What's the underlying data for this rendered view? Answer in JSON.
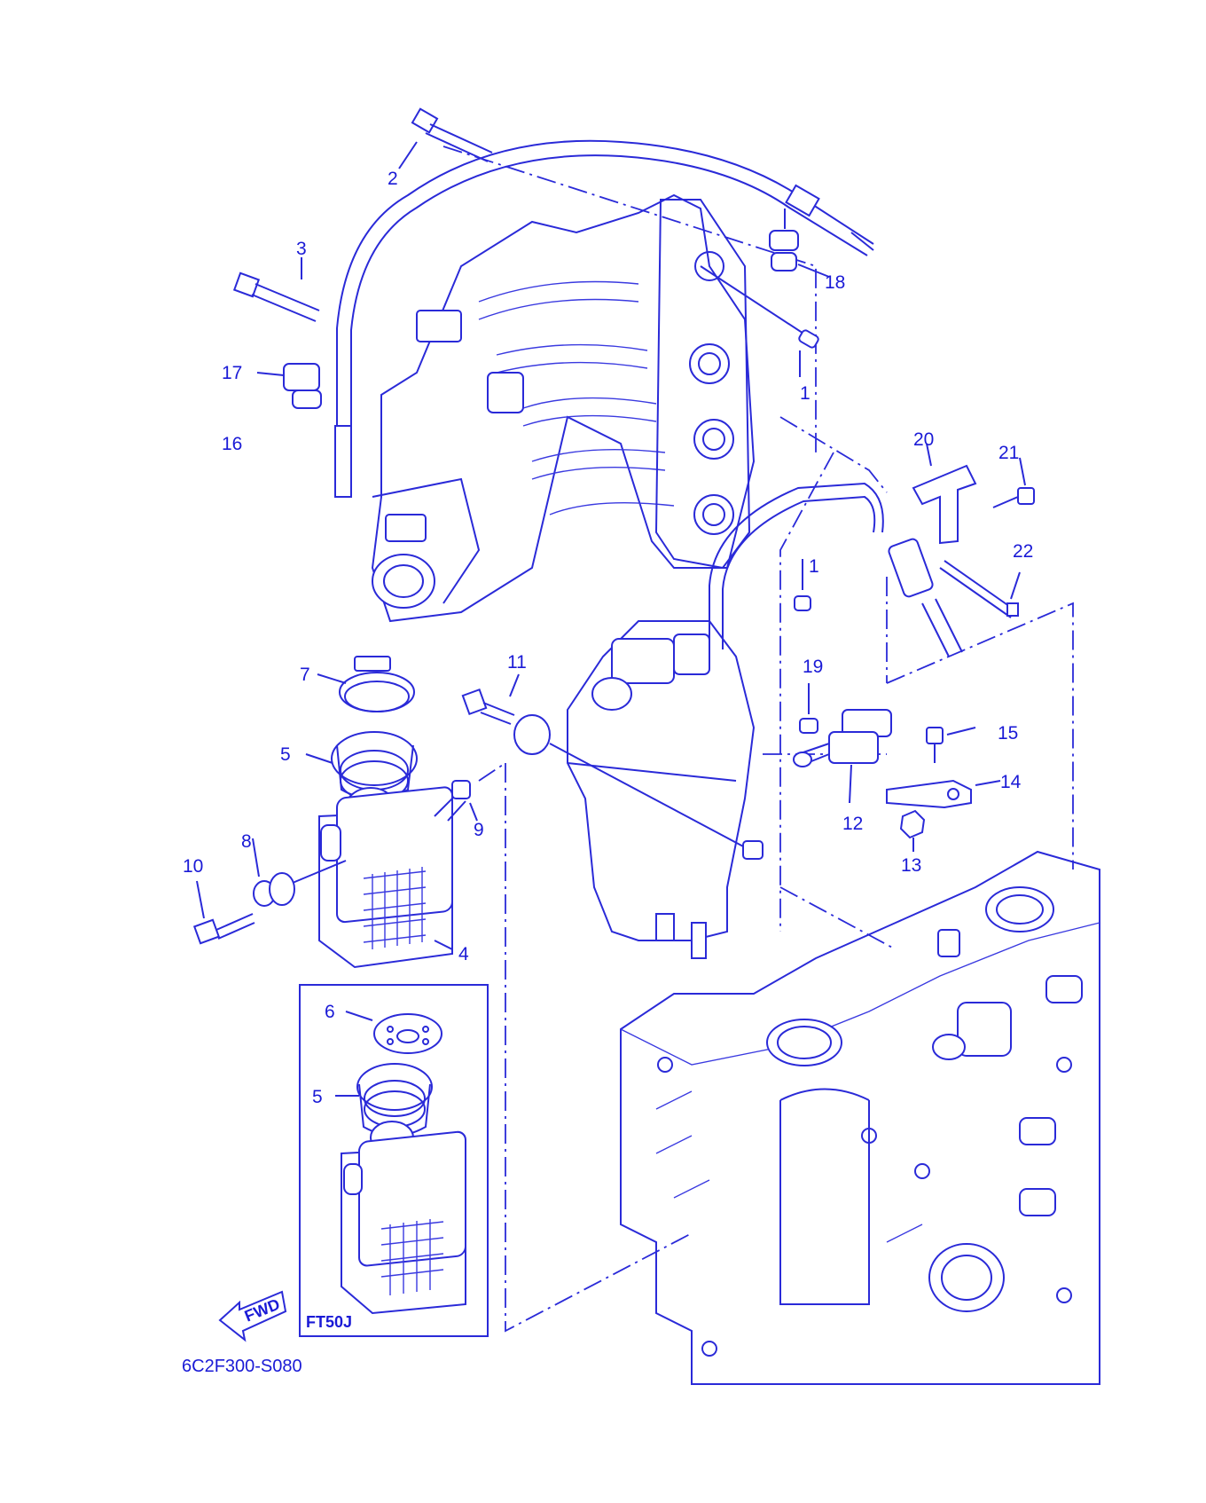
{
  "diagram": {
    "callouts": [
      {
        "id": "c1a",
        "text": "1"
      },
      {
        "id": "c1b",
        "text": "1"
      },
      {
        "id": "c2",
        "text": "2"
      },
      {
        "id": "c3",
        "text": "3"
      },
      {
        "id": "c4",
        "text": "4"
      },
      {
        "id": "c5a",
        "text": "5"
      },
      {
        "id": "c5b",
        "text": "5"
      },
      {
        "id": "c6",
        "text": "6"
      },
      {
        "id": "c7",
        "text": "7"
      },
      {
        "id": "c8",
        "text": "8"
      },
      {
        "id": "c9",
        "text": "9"
      },
      {
        "id": "c10",
        "text": "10"
      },
      {
        "id": "c11",
        "text": "11"
      },
      {
        "id": "c12",
        "text": "12"
      },
      {
        "id": "c13",
        "text": "13"
      },
      {
        "id": "c14",
        "text": "14"
      },
      {
        "id": "c15",
        "text": "15"
      },
      {
        "id": "c16",
        "text": "16"
      },
      {
        "id": "c17",
        "text": "17"
      },
      {
        "id": "c18",
        "text": "18"
      },
      {
        "id": "c19",
        "text": "19"
      },
      {
        "id": "c20",
        "text": "20"
      },
      {
        "id": "c21",
        "text": "21"
      },
      {
        "id": "c22",
        "text": "22"
      }
    ],
    "inset_label": "FT50J",
    "fwd_label": "FWD",
    "reference_code": "6C2F300-S080",
    "line_color": "#2a2ad8"
  }
}
